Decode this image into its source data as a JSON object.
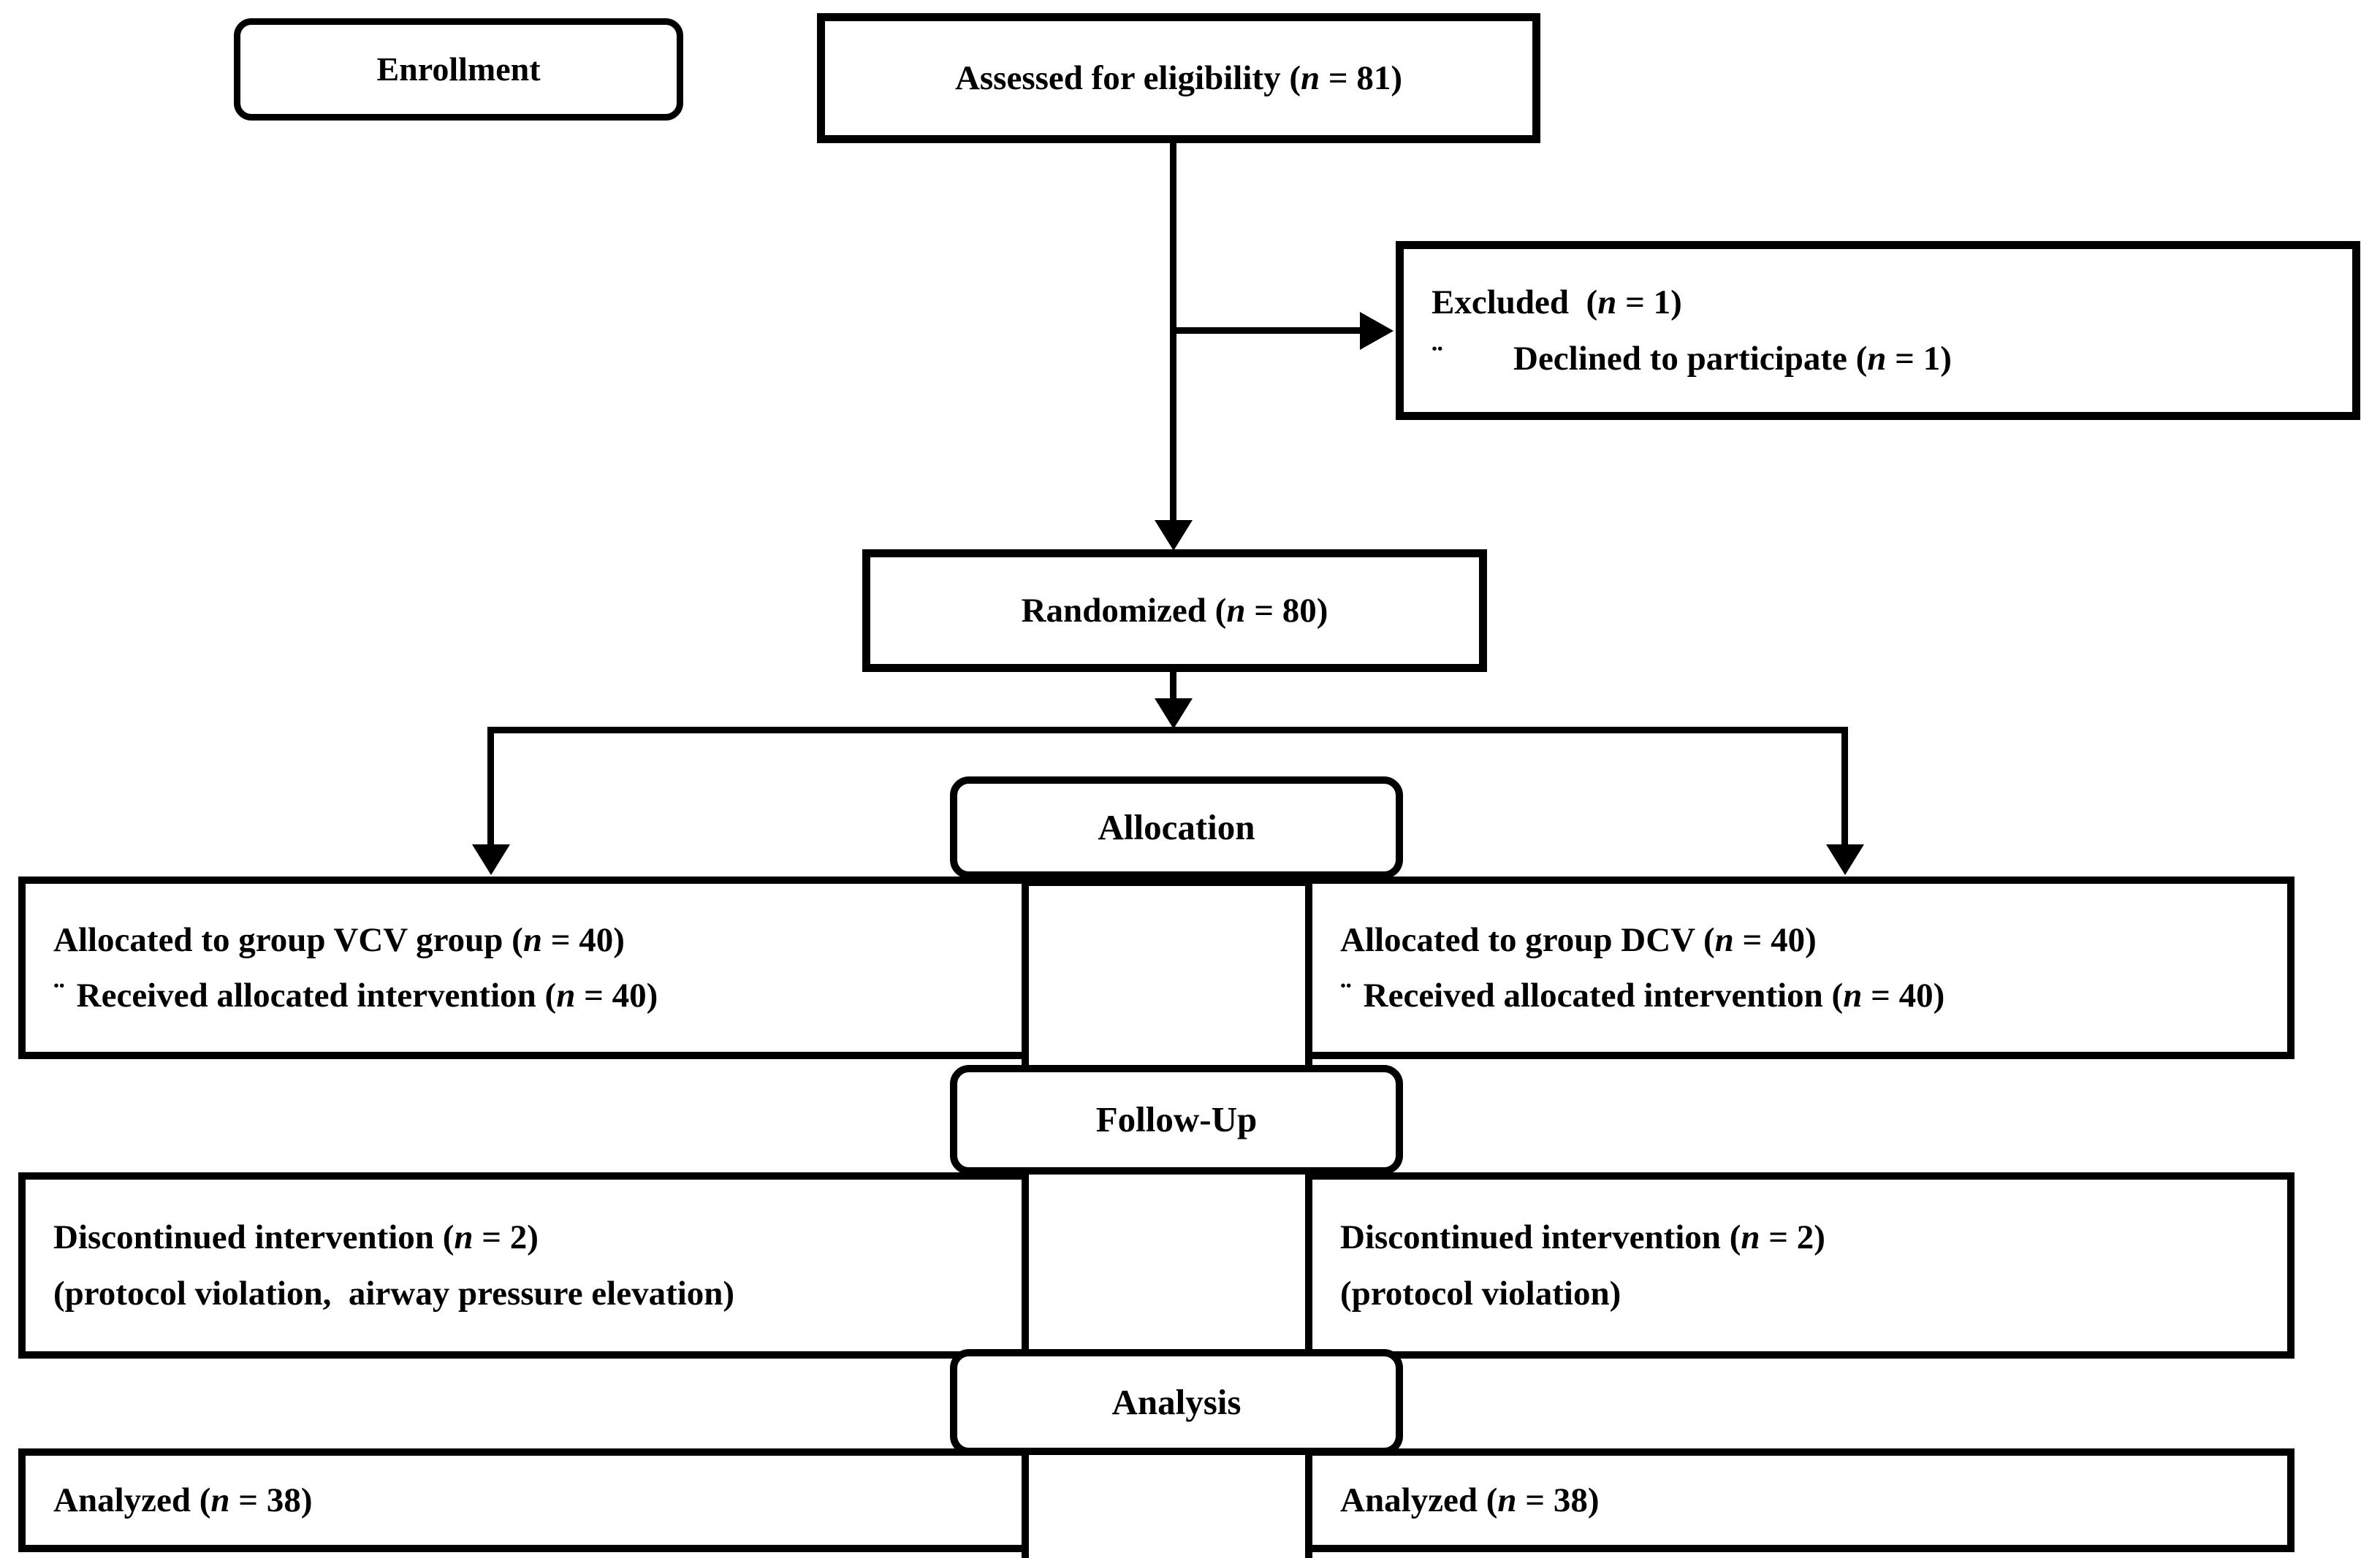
{
  "figure": {
    "title": "CONSORT participant flow diagram",
    "bullet_glyph": "¨",
    "colors": {
      "line": "#000000",
      "fill": "#ffffff"
    },
    "enrollment": {
      "label": "Enrollment"
    },
    "assessed": {
      "text": "Assessed for eligibility (n = 81)"
    },
    "excluded": {
      "title": "Excluded  (n = 1)",
      "item": "Declined to participate (n = 1)"
    },
    "randomized": {
      "text": "Randomized (n = 80)"
    },
    "stages": {
      "allocation": "Allocation",
      "followup": "Follow-Up",
      "analysis": "Analysis"
    },
    "vcv": {
      "allocated_line1": "Allocated to group VCV group (n = 40)",
      "allocated_line2": "Received allocated intervention (n = 40)",
      "discontinued_line1": "Discontinued intervention (n = 2)",
      "discontinued_line2": "(protocol violation,  airway pressure elevation)",
      "analyzed": "Analyzed (n = 38)"
    },
    "dcv": {
      "allocated_line1": "Allocated to group DCV (n = 40)",
      "allocated_line2": "Received allocated intervention (n = 40)",
      "discontinued_line1": "Discontinued intervention (n = 2)",
      "discontinued_line2": "(protocol violation)",
      "analyzed": "Analyzed (n = 38)"
    }
  }
}
